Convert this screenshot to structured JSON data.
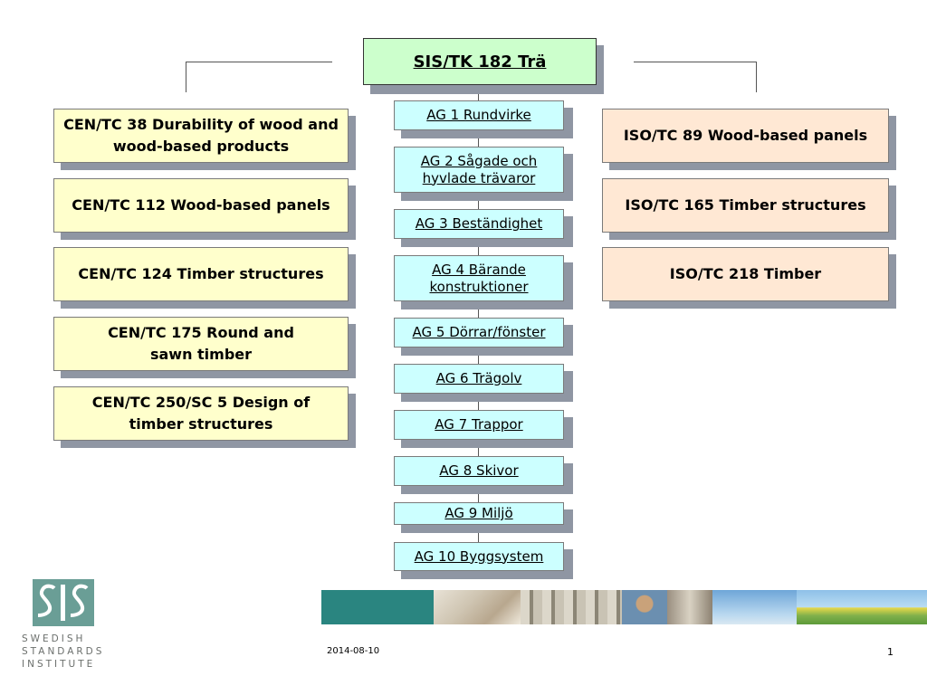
{
  "diagram": {
    "root": {
      "label": "SIS/TK 182 Trä"
    },
    "cen_committees": [
      {
        "label": "CEN/TC 38 Durability of wood and wood-based products"
      },
      {
        "label": "CEN/TC 112 Wood-based panels"
      },
      {
        "label": "CEN/TC 124 Timber structures"
      },
      {
        "label": "CEN/TC 175 Round and sawn timber"
      },
      {
        "label": "CEN/TC 250/SC 5 Design of timber structures"
      }
    ],
    "working_groups": [
      {
        "label": "AG 1 Rundvirke"
      },
      {
        "label": "AG 2 Sågade och hyvlade trävaror"
      },
      {
        "label": "AG 3 Beständighet"
      },
      {
        "label": "AG 4 Bärande konstruktioner"
      },
      {
        "label": "AG 5 Dörrar/fönster"
      },
      {
        "label": "AG 6 Trägolv"
      },
      {
        "label": "AG 7 Trappor"
      },
      {
        "label": "AG 8 Skivor"
      },
      {
        "label": "AG 9 Miljö"
      },
      {
        "label": "AG 10 Byggsystem"
      }
    ],
    "iso_committees": [
      {
        "label": "ISO/TC 89 Wood-based panels"
      },
      {
        "label": "ISO/TC 165 Timber structures"
      },
      {
        "label": "ISO/TC 218 Timber"
      }
    ]
  },
  "footer": {
    "date": "2014-08-10",
    "page_number": "1",
    "logo": {
      "line1": "SWEDISH",
      "line2": "STANDARDS",
      "line3": "INSTITUTE"
    }
  },
  "colors": {
    "root_fill": "#ccffcc",
    "cen_fill": "#ffffcc",
    "ag_fill": "#ccffff",
    "iso_fill": "#ffe8d4",
    "shadow": "#8f96a3",
    "teal_band": "#2a8580"
  }
}
